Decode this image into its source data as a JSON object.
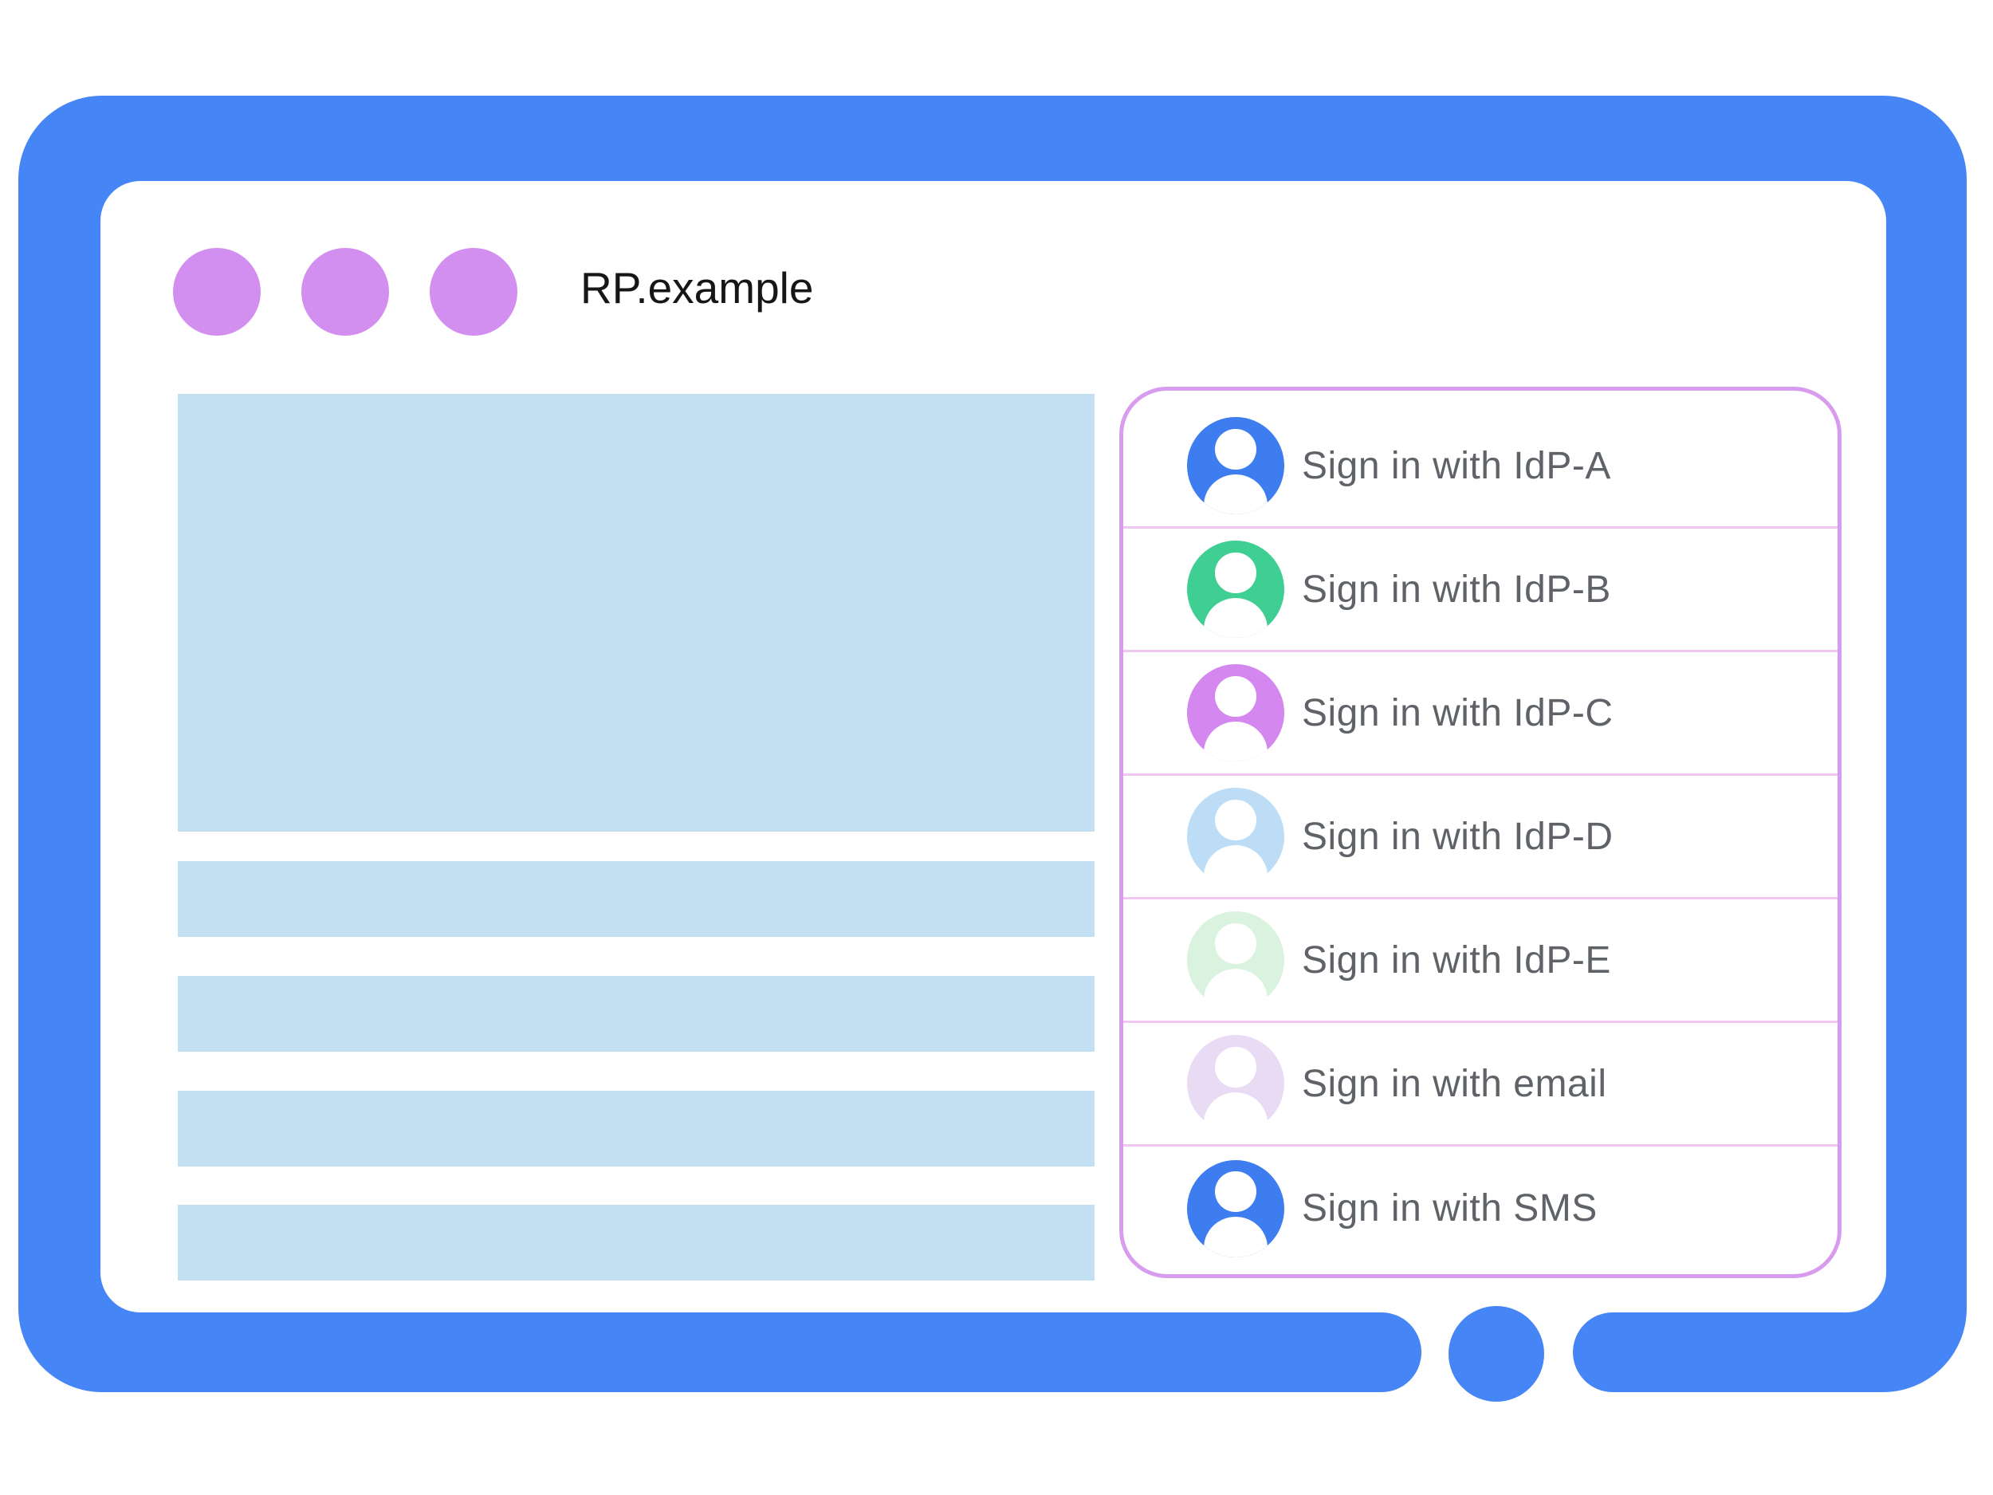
{
  "device": {
    "frame_color": "#4685F6",
    "home_button_color": "#4685F6"
  },
  "window": {
    "title": "RP.example",
    "title_color": "#161616",
    "control_dots": {
      "count": 3,
      "color": "#D38FF0"
    }
  },
  "page_skeleton": {
    "placeholder_color": "#C3E0F3",
    "hero_block_count": 1,
    "text_bar_count": 4
  },
  "signin_panel": {
    "border_color": "#D89CEE",
    "divider_color": "#EFC7F2",
    "label_color": "#5F6368",
    "options": [
      {
        "id": "idp-a",
        "label": "Sign in with IdP-A",
        "avatar_color": "#3D7DF0"
      },
      {
        "id": "idp-b",
        "label": "Sign in with IdP-B",
        "avatar_color": "#40CF92"
      },
      {
        "id": "idp-c",
        "label": "Sign in with IdP-C",
        "avatar_color": "#D488EF"
      },
      {
        "id": "idp-d",
        "label": "Sign in with IdP-D",
        "avatar_color": "#BCDDF5"
      },
      {
        "id": "idp-e",
        "label": "Sign in with IdP-E",
        "avatar_color": "#D9F3DE"
      },
      {
        "id": "email",
        "label": "Sign in with email",
        "avatar_color": "#EADBF5"
      },
      {
        "id": "sms",
        "label": "Sign in with SMS",
        "avatar_color": "#3D7DF0"
      }
    ]
  }
}
